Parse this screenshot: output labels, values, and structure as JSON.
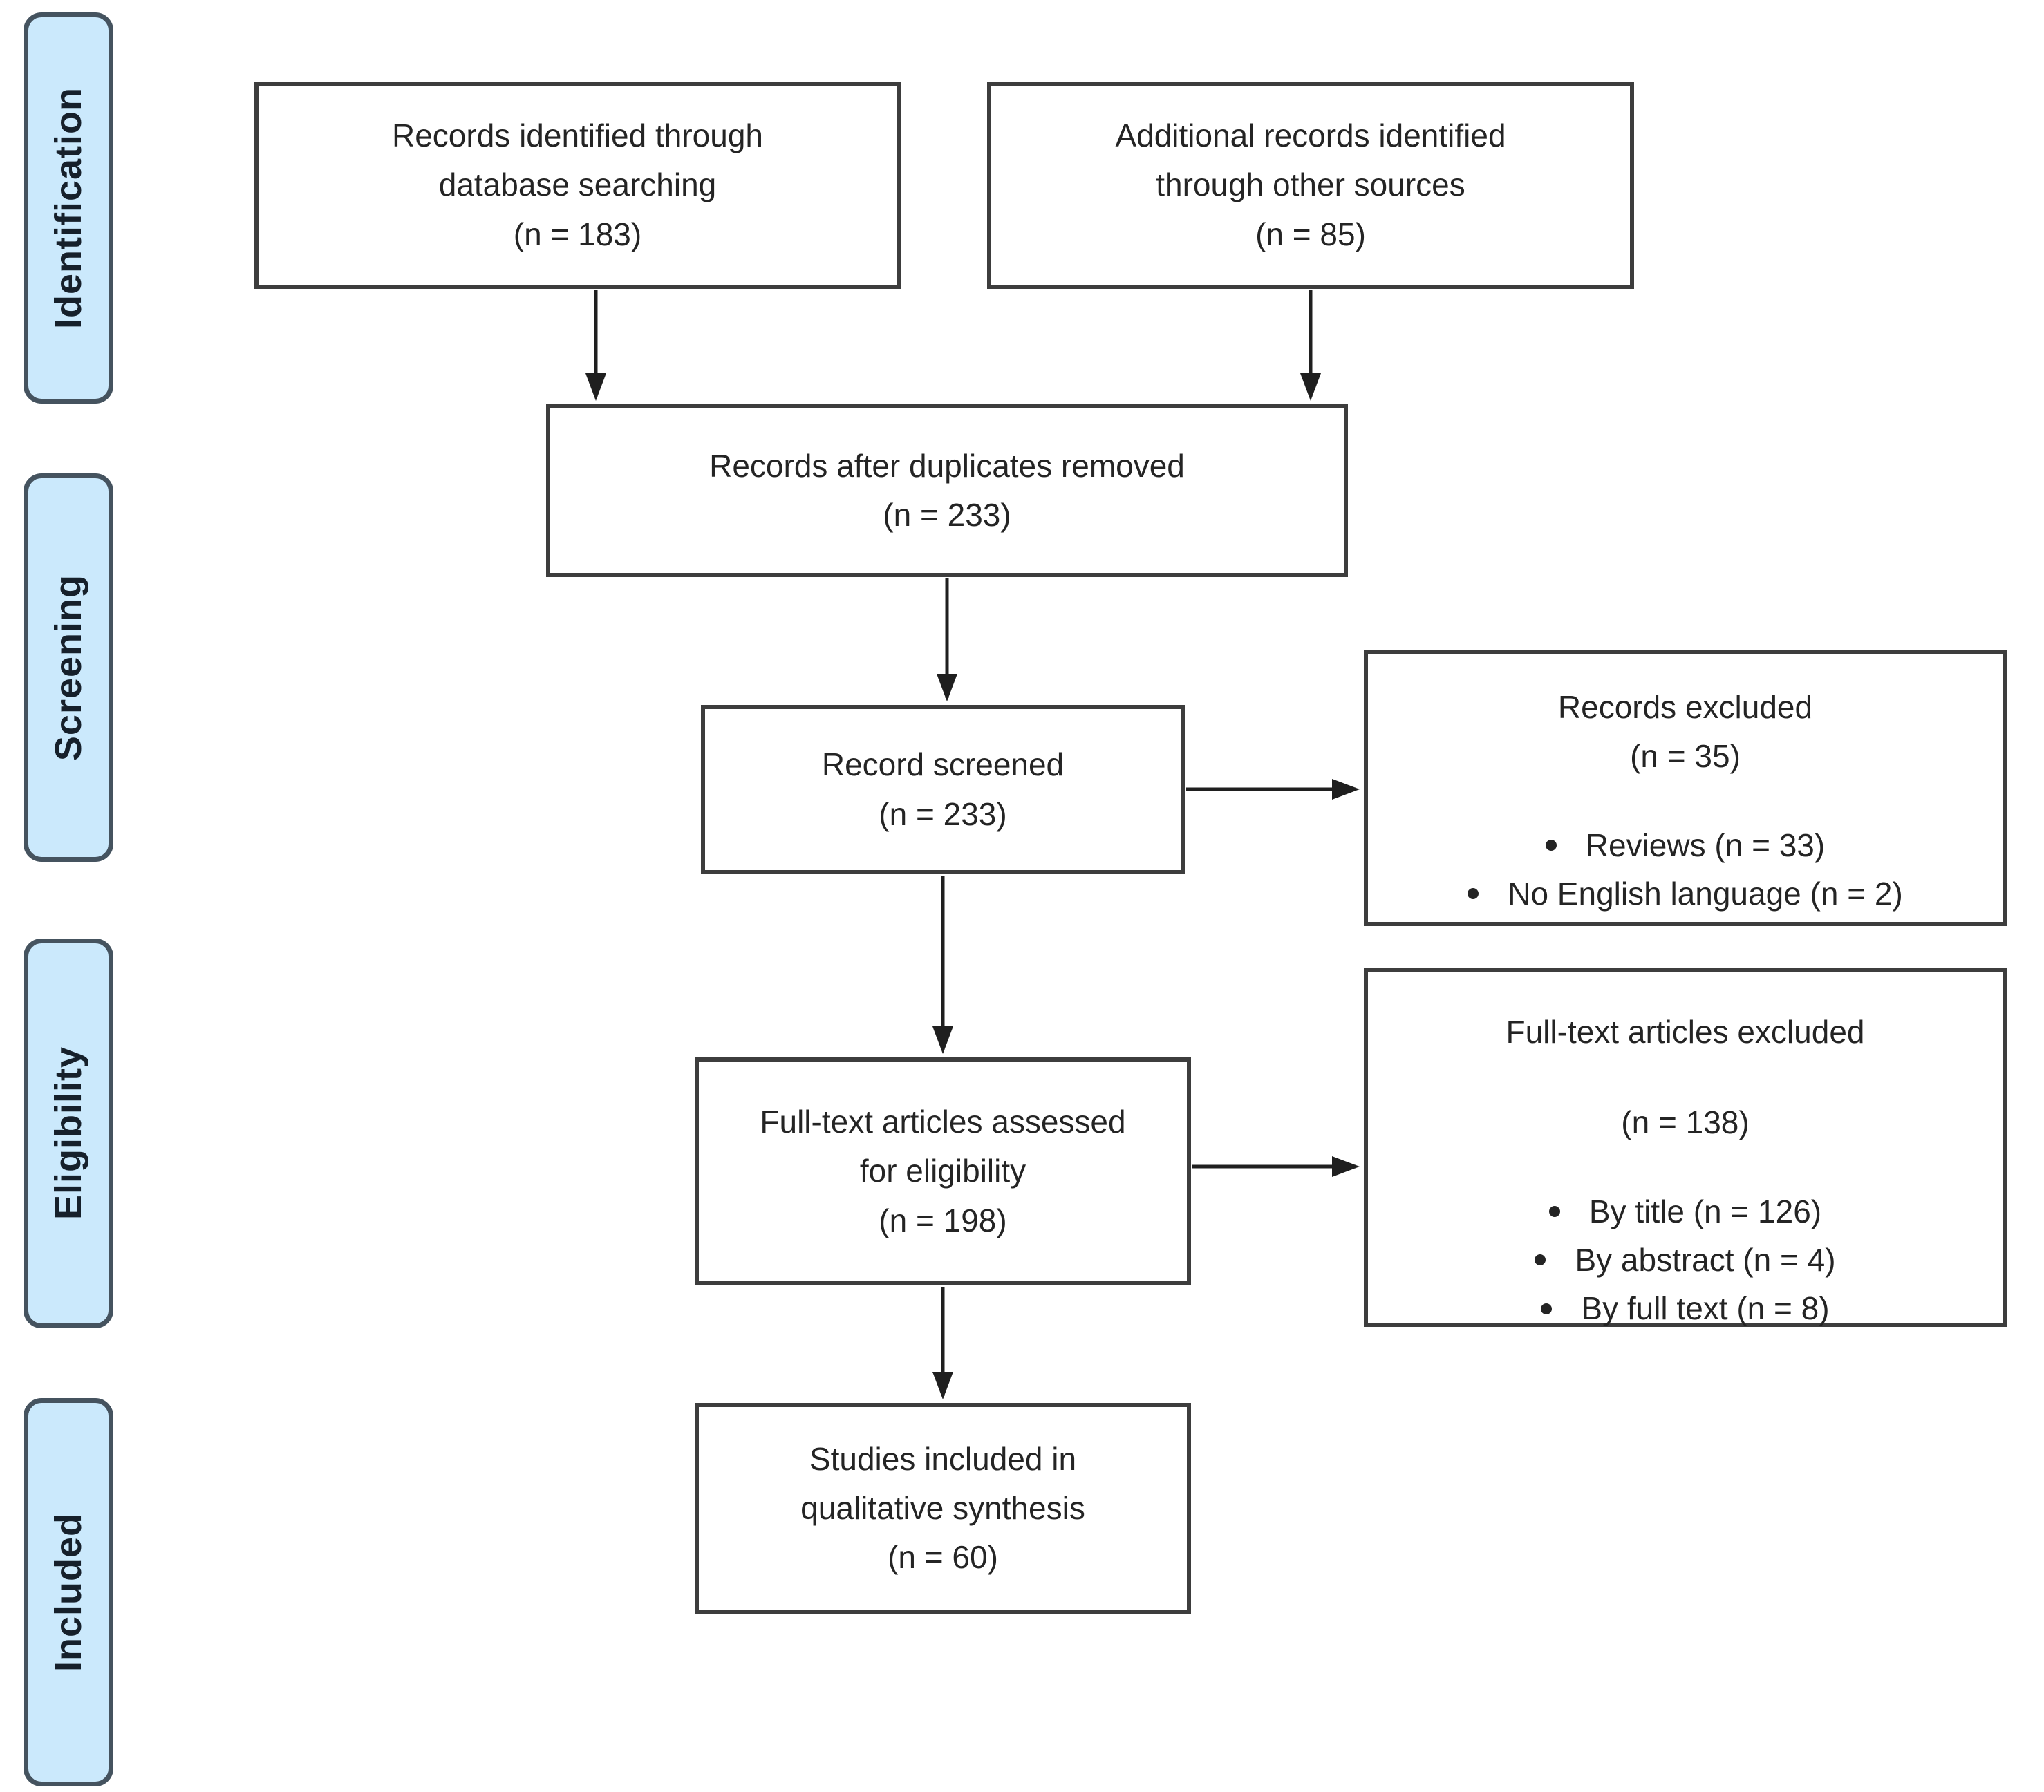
{
  "diagram_type": "prisma-flowchart",
  "colors": {
    "sidebar_fill": "#cbe9fc",
    "sidebar_border": "#45535f",
    "stage_text": "#16202b",
    "box_border": "#3d3d3d",
    "text": "#242424",
    "arrow": "#1f1f1f",
    "background": "#ffffff"
  },
  "sidebar": {
    "items": [
      {
        "label": "Identification"
      },
      {
        "label": "Screening"
      },
      {
        "label": "Eligibility"
      },
      {
        "label": "Included"
      }
    ]
  },
  "nodes": {
    "records_identified": {
      "lines": [
        "Records identified through",
        "database searching",
        "(n = 183)"
      ]
    },
    "additional_records": {
      "lines": [
        "Additional records identified",
        "through other sources",
        "(n = 85)"
      ]
    },
    "after_duplicates": {
      "lines": [
        "Records after duplicates removed",
        "(n = 233)"
      ]
    },
    "records_screened": {
      "lines": [
        "Record screened",
        "(n = 233)"
      ]
    },
    "records_excluded": {
      "title": "Records excluded",
      "count": "(n = 35)",
      "bullets": [
        "Reviews (n = 33)",
        "No English language (n = 2)"
      ]
    },
    "fulltext_assessed": {
      "lines": [
        "Full-text articles assessed",
        "for eligibility",
        "(n = 198)"
      ]
    },
    "fulltext_excluded": {
      "title": "Full-text articles excluded",
      "count": "(n = 138)",
      "bullets": [
        "By title (n = 126)",
        "By abstract (n = 4)",
        "By full text (n = 8)"
      ]
    },
    "studies_included": {
      "lines": [
        "Studies included in",
        "qualitative synthesis",
        "(n = 60)"
      ]
    }
  }
}
